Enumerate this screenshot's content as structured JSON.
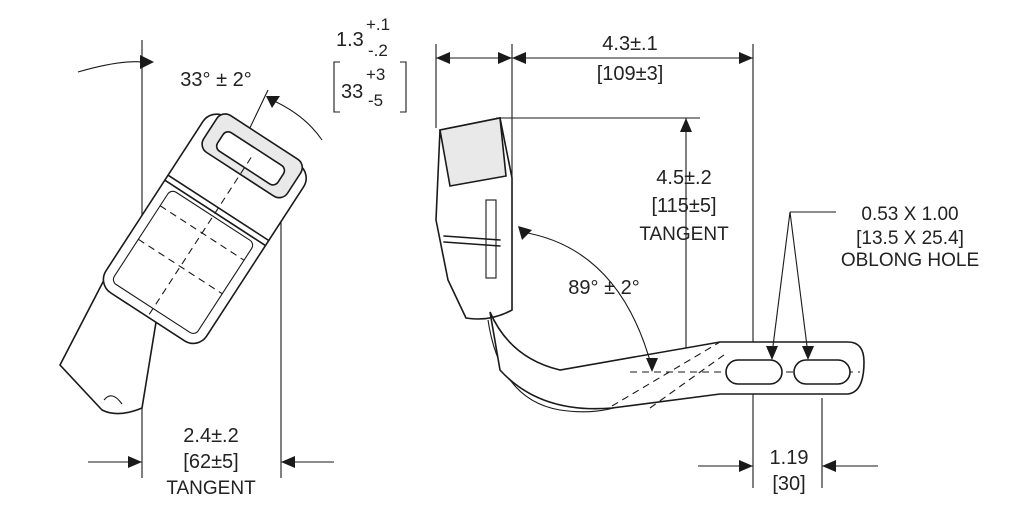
{
  "left_view": {
    "angle": {
      "main": "33° ± 2°"
    },
    "width_dim": {
      "imperial": "2.4±.2",
      "metric": "[62±5]",
      "note": "TANGENT"
    }
  },
  "right_view": {
    "offset_dim": {
      "imperial_main": "1.3",
      "imperial_plus": "+.1",
      "imperial_minus": "-.2",
      "metric_main": "33",
      "metric_plus": "+3",
      "metric_minus": "-5"
    },
    "length_dim": {
      "imperial": "4.3±.1",
      "metric": "[109±3]"
    },
    "height_dim": {
      "imperial": "4.5±.2",
      "metric": "[115±5]",
      "note": "TANGENT"
    },
    "bend_angle": "89° ± 2°",
    "hole_dim": {
      "imperial": "0.53 X 1.00",
      "metric": "[13.5 X 25.4]",
      "note": "OBLONG HOLE"
    },
    "spacing_dim": {
      "imperial": "1.19",
      "metric": "[30]"
    }
  }
}
